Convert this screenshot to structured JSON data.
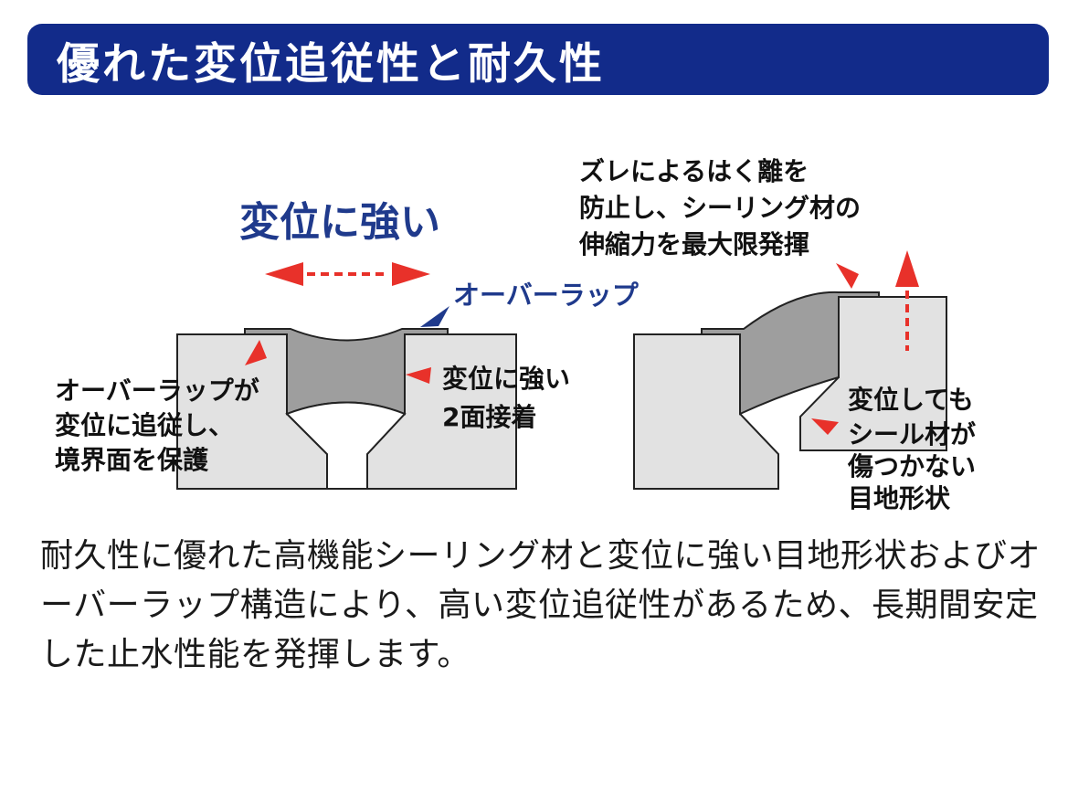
{
  "header": {
    "title": "優れた変位追従性と耐久性",
    "background_color": "#122b8a"
  },
  "diagram": {
    "left": {
      "heading": "変位に強い",
      "overlap_label": "オーバーラップ",
      "left_note": [
        "オーバーラップが",
        "変位に追従し、",
        "境界面を保護"
      ],
      "right_note": [
        "変位に強い",
        "2面接着"
      ]
    },
    "right": {
      "top_note": [
        "ズレによるはく離を",
        "防止し、シーリング材の",
        "伸縮力を最大限発揮"
      ],
      "right_note": [
        "変位しても",
        "シール材が",
        "傷つかない",
        "目地形状"
      ]
    },
    "colors": {
      "arrow_red": "#e8312a",
      "substrate": "#e2e2e2",
      "sealant": "#9e9e9e",
      "label_blue": "#1f3a8c"
    },
    "icons": [
      "double-headed-arrow-icon",
      "pointer-arrow-icon",
      "upward-arrow-icon"
    ]
  },
  "description": "耐久性に優れた高機能シーリング材と変位に強い目地形状およびオーバーラップ構造により、高い変位追従性があるため、長期間安定した止水性能を発揮します。"
}
